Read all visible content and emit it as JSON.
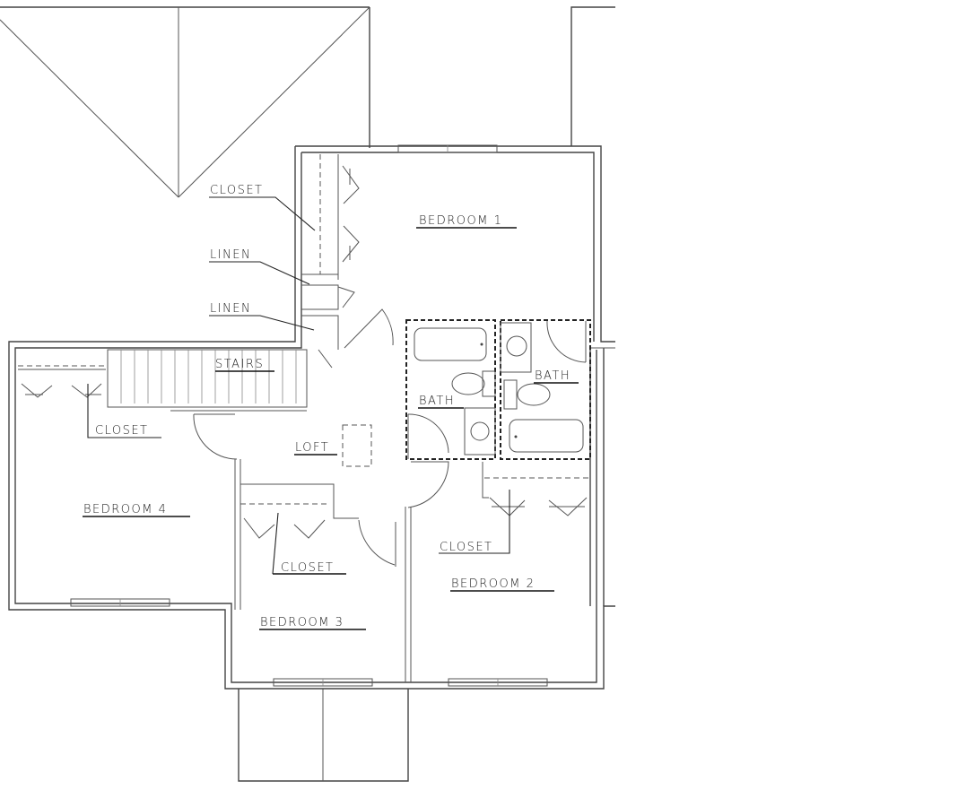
{
  "drawing": {
    "type": "second floor plan",
    "line_color": "#444444",
    "background": "#ffffff"
  },
  "rooms": {
    "bedroom1": "BEDROOM 1",
    "bedroom2": "BEDROOM 2",
    "bedroom3": "BEDROOM 3",
    "bedroom4": "BEDROOM 4",
    "loft": "LOFT",
    "stairs": "STAIRS",
    "bath_left": "BATH",
    "bath_right": "BATH"
  },
  "callouts": {
    "closet_top": "CLOSET",
    "linen_upper": "LINEN",
    "linen_lower": "LINEN",
    "closet_bed4": "CLOSET",
    "closet_bed3": "CLOSET",
    "closet_bed2": "CLOSET"
  }
}
